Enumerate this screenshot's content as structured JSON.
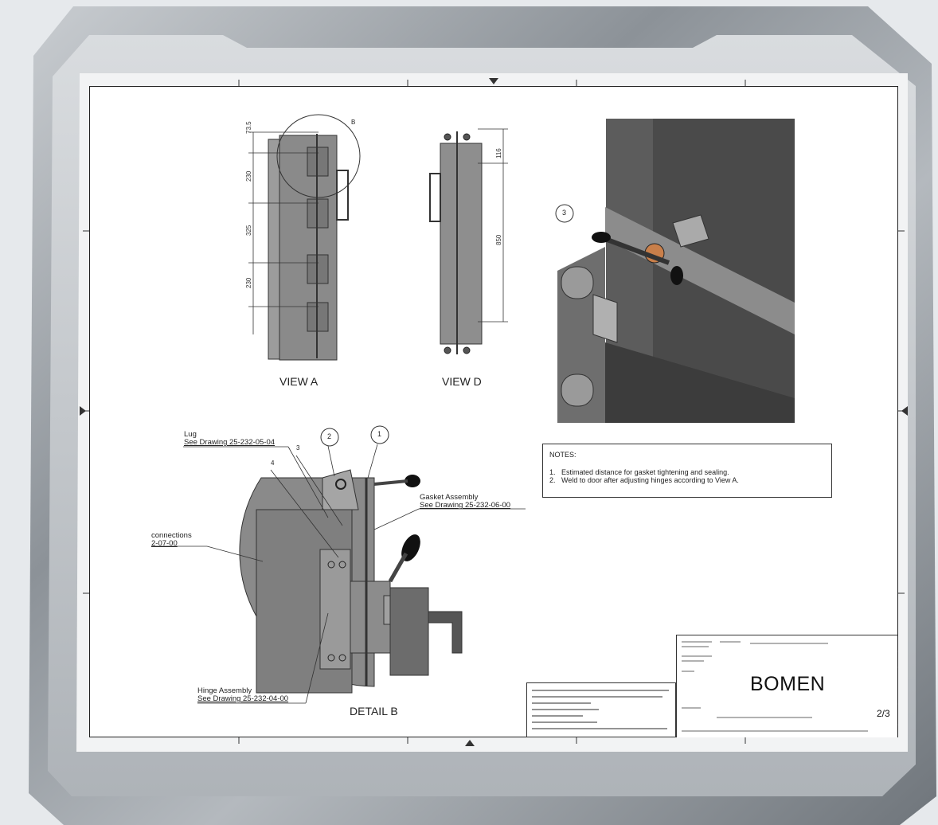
{
  "drawing": {
    "views": {
      "view_a": "VIEW A",
      "view_d": "VIEW D",
      "detail_b": "DETAIL B",
      "detail_marker": "B"
    },
    "dimensions": {
      "view_a": [
        "73.5",
        "230",
        "325",
        "230"
      ],
      "view_d": [
        "116",
        "850"
      ]
    },
    "balloons": [
      "1",
      "2",
      "3"
    ],
    "callouts": {
      "lug": {
        "name": "Lug",
        "ref": "See Drawing 25-232-05-04"
      },
      "gasket": {
        "name": "Gasket Assembly",
        "ref": "See Drawing 25-232-06-00"
      },
      "connections": {
        "name": "connections",
        "ref": "2-07-00"
      },
      "hinge": {
        "name": "Hinge Assembly",
        "ref": "See Drawing 25-232-04-00"
      }
    },
    "weld_symbols": [
      "3",
      "4"
    ],
    "notes": {
      "heading": "NOTES:",
      "items": [
        {
          "num": "1.",
          "text": "Estimated distance for gasket tightening and sealing."
        },
        {
          "num": "2.",
          "text": "Weld to door after adjusting hinges according to View A."
        }
      ]
    },
    "title_block": {
      "company": "BOMEN",
      "sheet": "2/3"
    }
  },
  "colors": {
    "frame_metal": "#9aa0a6",
    "sheet": "#ffffff",
    "render_dark": "#4a4a4a",
    "render_mid": "#7a7a7a"
  }
}
